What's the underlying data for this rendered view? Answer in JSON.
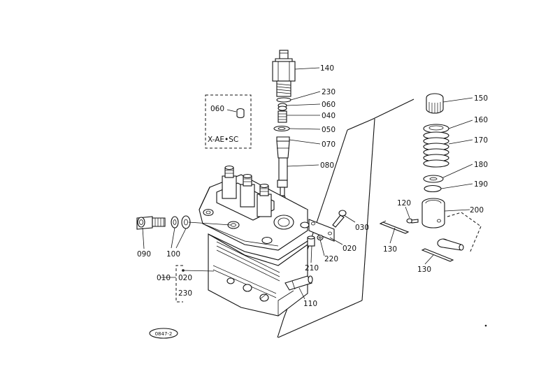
{
  "diagram": {
    "callouts": {
      "c140": "140",
      "c230a": "230",
      "c060a": "060",
      "c040": "040",
      "c050": "050",
      "c070": "070",
      "c080": "080",
      "c060b": "060",
      "c150": "150",
      "c160": "160",
      "c170": "170",
      "c180": "180",
      "c190": "190",
      "c120": "120",
      "c200": "200",
      "c130a": "130",
      "c130b": "130",
      "c030": "030",
      "c020a": "020",
      "c220": "220",
      "c210": "210",
      "c110": "110",
      "c090": "090",
      "c100": "100",
      "c010": "010",
      "c020b": "020",
      "c230b": "230"
    },
    "inset_model": "X-AE•SC",
    "stamp": "0847-2"
  }
}
